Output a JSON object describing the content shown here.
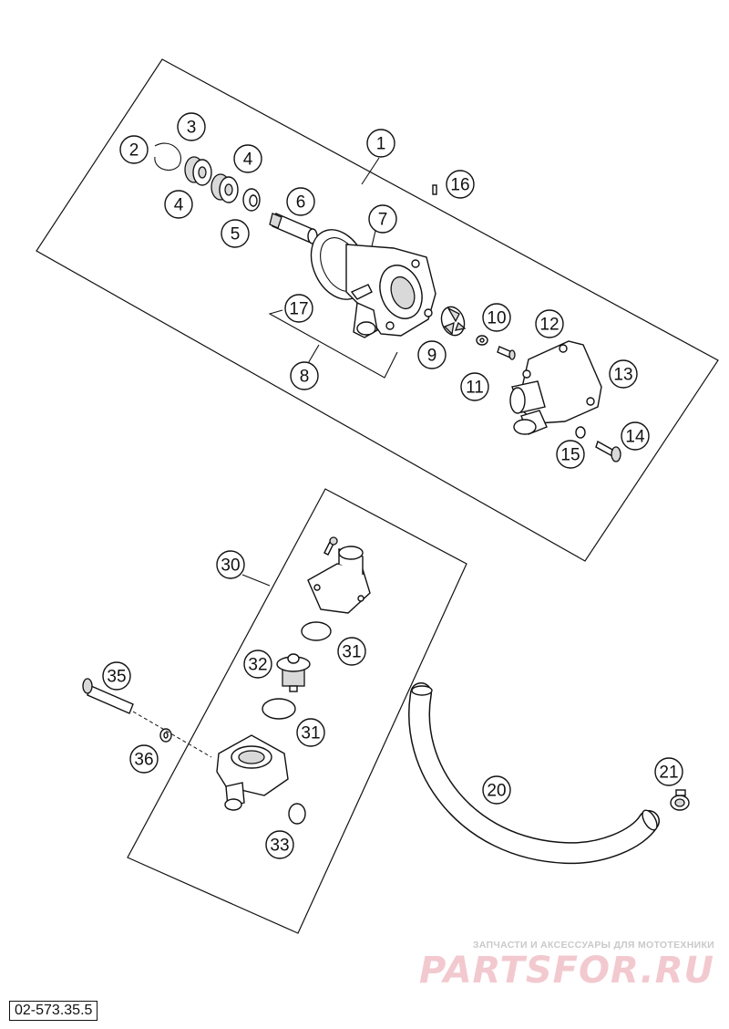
{
  "callouts": [
    "1",
    "2",
    "3",
    "4",
    "4",
    "5",
    "6",
    "7",
    "8",
    "9",
    "10",
    "11",
    "12",
    "13",
    "14",
    "15",
    "16",
    "17",
    "30",
    "31",
    "31",
    "32",
    "33",
    "35",
    "36",
    "20",
    "21"
  ],
  "watermark": {
    "top_text": "ЗАПЧАСТИ И АКСЕССУАРЫ ДЛЯ МОТОТЕХНИКИ",
    "logo_text": "PARTSFOR.RU"
  },
  "drawing_code": "02-573.35.5",
  "colors": {
    "line": "#111111",
    "watermark_logo": "#f2c9cf",
    "watermark_text": "#c9c9c9"
  }
}
